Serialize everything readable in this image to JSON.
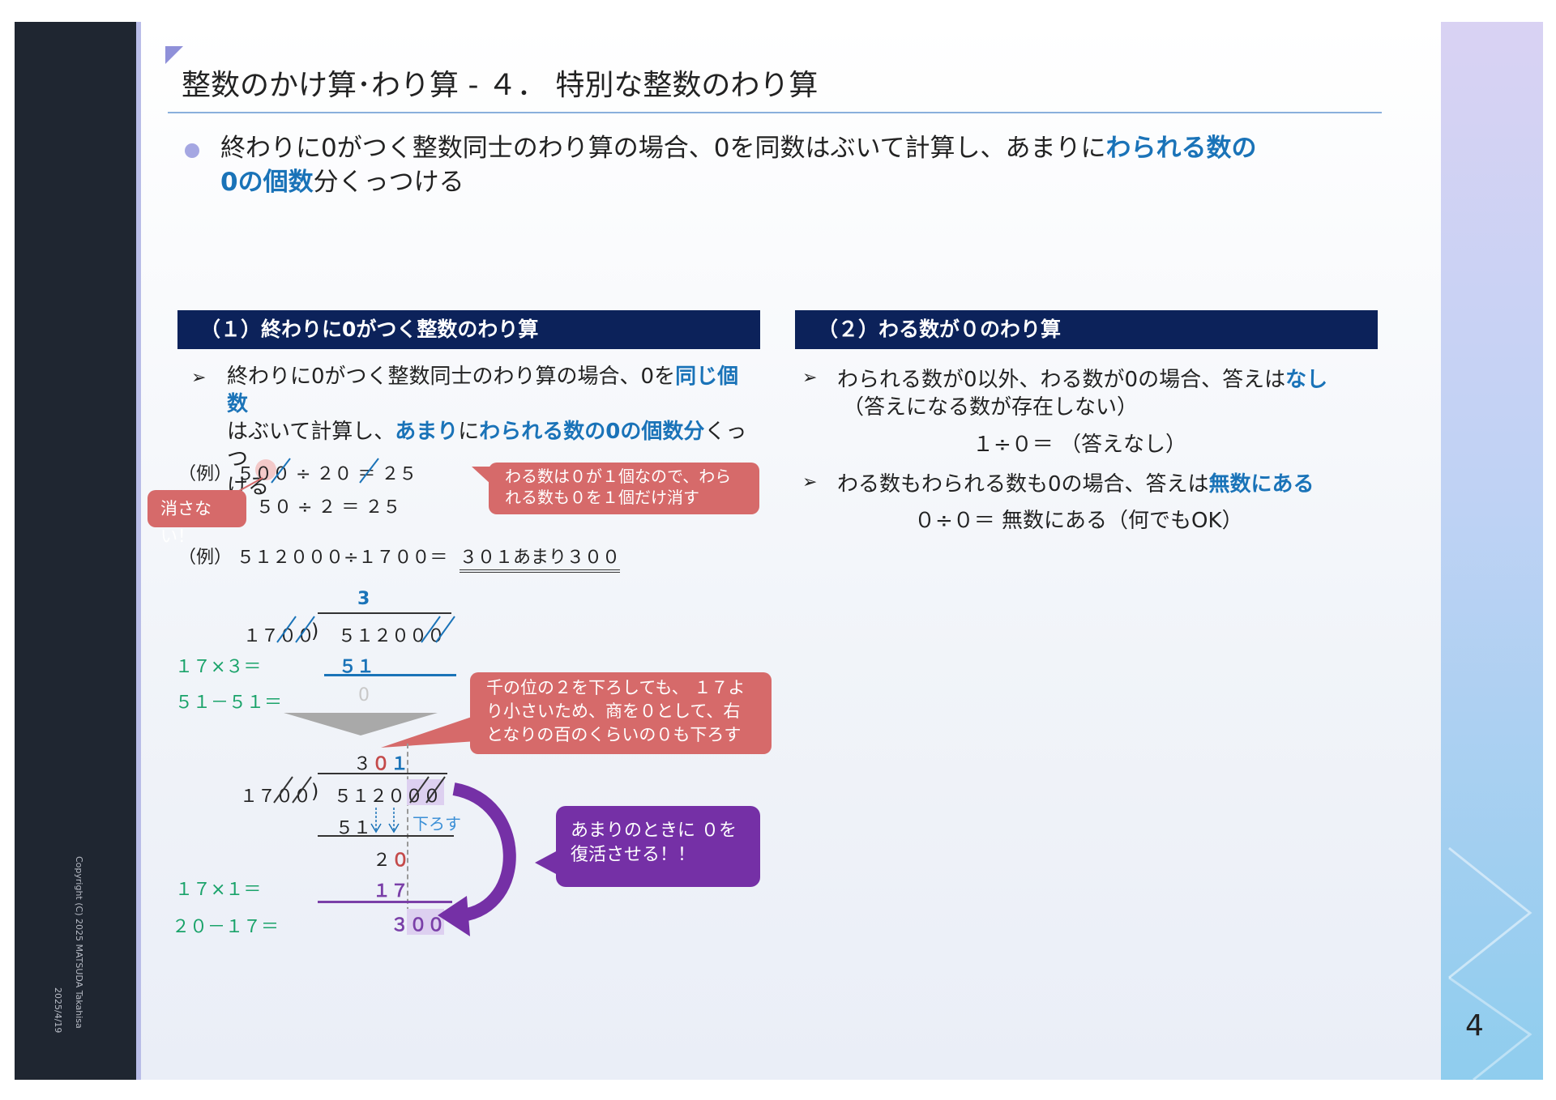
{
  "title": "整数のかけ算･わり算 - ４． 特別な整数のわり算",
  "lead": {
    "line1_prefix": "終わりに0がつく整数同士のわり算の場合、0を同数はぶいて計算し、あまりに",
    "line1_hl": "わられる数の",
    "line2_hl": "0の個数",
    "line2_suffix": "分くっつける"
  },
  "section1": {
    "header": "（１）終わりに0がつく整数のわり算",
    "bullet_a": "終わりに0がつく整数同士のわり算の場合、0を",
    "bullet_hl1": "同じ個数",
    "bullet_b": "はぶいて計算し、",
    "bullet_hl2": "あまり",
    "bullet_c": "に",
    "bullet_hl3": "わられる数の0の個数分",
    "bullet_d": "くっつ",
    "bullet_e": "ける",
    "ex1_label": "（例）",
    "ex1_line1": "５００  ÷  ２０  ＝  ２５",
    "ex1_line2": "５０  ÷   ２  ＝  ２５",
    "ex1_callout_keep": "消さない！",
    "ex1_callout_main": "わる数は０が１個なので、わられる数も０を１個だけ消す",
    "ex2_label": "（例）",
    "ex2_expr": "５１２０００÷１７００＝",
    "ex2_answer": "３０１あまり３００",
    "ld1_quotient": "3",
    "ld1_divisor": "１７００",
    "ld1_dividend": "５１２０００",
    "ld1_step_label": "１７×３＝",
    "ld1_product": "５１",
    "ld1_sub_label": "５１－５１＝",
    "ld1_remainder": "0",
    "callout_thousands": "千の位の２を下ろしても、 １７より小さいため、商を０として、右となりの百のくらいの０も下ろす",
    "ld2_quotient_a": "３",
    "ld2_quotient_b": "０",
    "ld2_quotient_c": "１",
    "ld2_divisor": "１７００",
    "ld2_dividend": "５１２０００",
    "ld2_product": "５１",
    "ld2_bring_down": "下ろす",
    "ld2_partial_a": "２",
    "ld2_partial_b": "０",
    "ld2_step_label": "１７×１＝",
    "ld2_product2": "１７",
    "ld2_sub_label": "２０－１７＝",
    "ld2_rem_a": "３",
    "ld2_rem_b": "００",
    "callout_revive": "あまりのときに ０を復活させる！！"
  },
  "section2": {
    "header": "（２）わる数が０のわり算",
    "b1_text": "わられる数が0以外、わる数が0の場合、答えは",
    "b1_hl": "なし",
    "b1_sub": "（答えになる数が存在しない）",
    "b1_expr": "１÷０＝ （答えなし）",
    "b2_text": "わる数もわられる数も0の場合、答えは",
    "b2_hl": "無数にある",
    "b2_expr": "０÷０＝ 無数にある（何でもOK）"
  },
  "footer": {
    "copyright": "Copyright (C) 2025 MATSUDA Takahisa",
    "date": "2025/4/19",
    "page": "4"
  },
  "colors": {
    "header_bg": "#0c225a",
    "highlight": "#1a73b8",
    "callout_red": "#d66a6a",
    "callout_purple": "#7530a6",
    "green": "#1aa36a"
  }
}
